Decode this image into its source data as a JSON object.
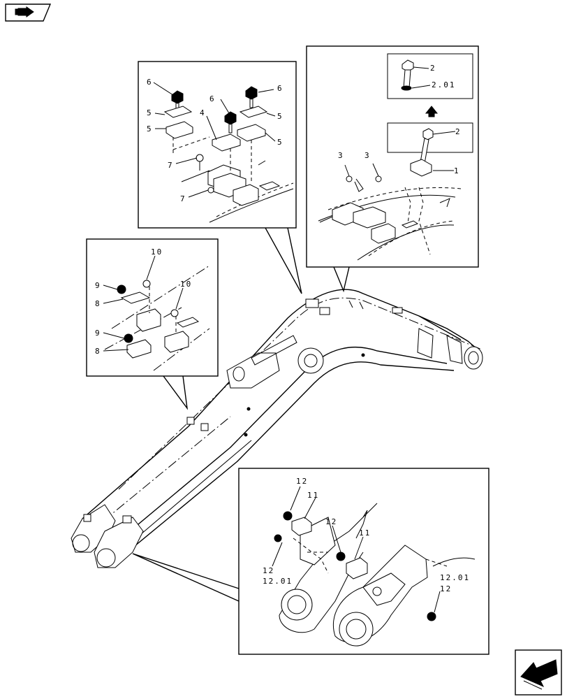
{
  "diagram": {
    "callouts": {
      "box_top_left": [
        "6",
        "6",
        "6",
        "5",
        "5",
        "5",
        "5",
        "4",
        "7",
        "7"
      ],
      "box_top_right": [
        "2",
        "2.01",
        "2",
        "3",
        "3",
        "1"
      ],
      "box_left": [
        "10",
        "10",
        "9",
        "8",
        "9",
        "8"
      ],
      "box_bottom": [
        "12",
        "11",
        "12",
        "11",
        "12",
        "12.01",
        "12.01",
        "12"
      ]
    }
  }
}
